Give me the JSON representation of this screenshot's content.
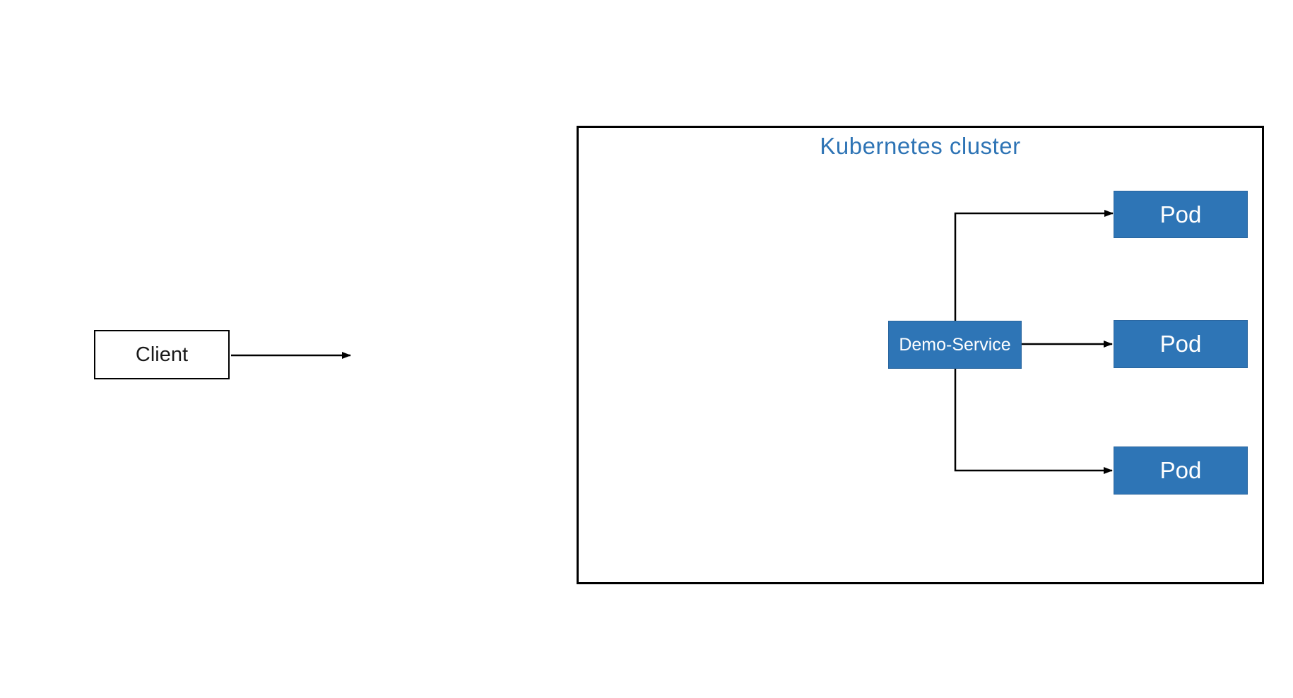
{
  "diagram": {
    "background": "#FFFFFF",
    "cluster": {
      "title": "Kubernetes cluster",
      "title_color": "#2E74B5",
      "border_color": "#000000"
    },
    "nodes": {
      "client": {
        "label": "Client",
        "fill": "#FFFFFF",
        "text_color": "#1A1A1A",
        "border_color": "#000000"
      },
      "service": {
        "label": "Demo-Service",
        "fill": "#2E75B6",
        "text_color": "#FFFFFF"
      },
      "pods": [
        {
          "label": "Pod"
        },
        {
          "label": "Pod"
        },
        {
          "label": "Pod"
        }
      ],
      "pod_fill": "#2E75B6",
      "pod_text_color": "#FFFFFF",
      "node_border_color": "#2A669F"
    },
    "edges": [
      {
        "from": "Client",
        "to": null,
        "style": "straight-arrow-right"
      },
      {
        "from": "Demo-Service",
        "to": "Pod (top)",
        "style": "elbow-arrow"
      },
      {
        "from": "Demo-Service",
        "to": "Pod (middle)",
        "style": "straight-arrow"
      },
      {
        "from": "Demo-Service",
        "to": "Pod (bottom)",
        "style": "elbow-arrow"
      }
    ],
    "edge_color": "#000000"
  }
}
